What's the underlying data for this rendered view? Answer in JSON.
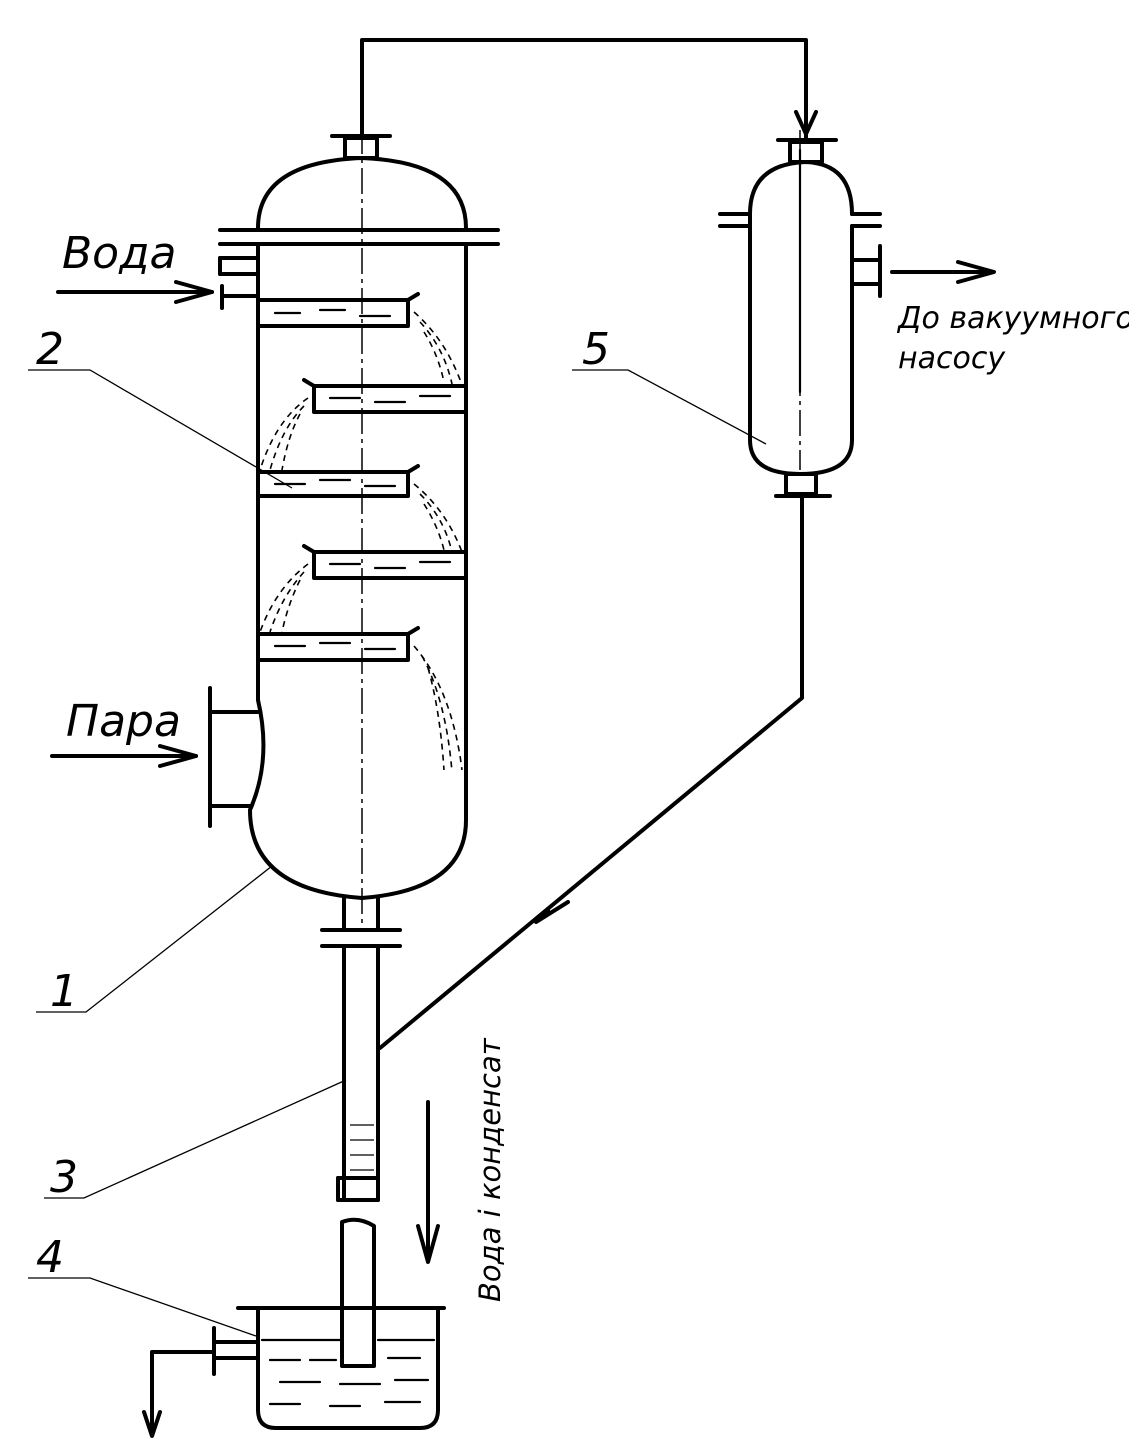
{
  "labels": {
    "water_in": "Вода",
    "steam_in": "Пара",
    "to_pump_line1": "До вакуумного",
    "to_pump_line2": "насосу",
    "water_condensate": "Вода і конденсат",
    "n1": "1",
    "n2": "2",
    "n3": "3",
    "n4": "4",
    "n5": "5"
  }
}
